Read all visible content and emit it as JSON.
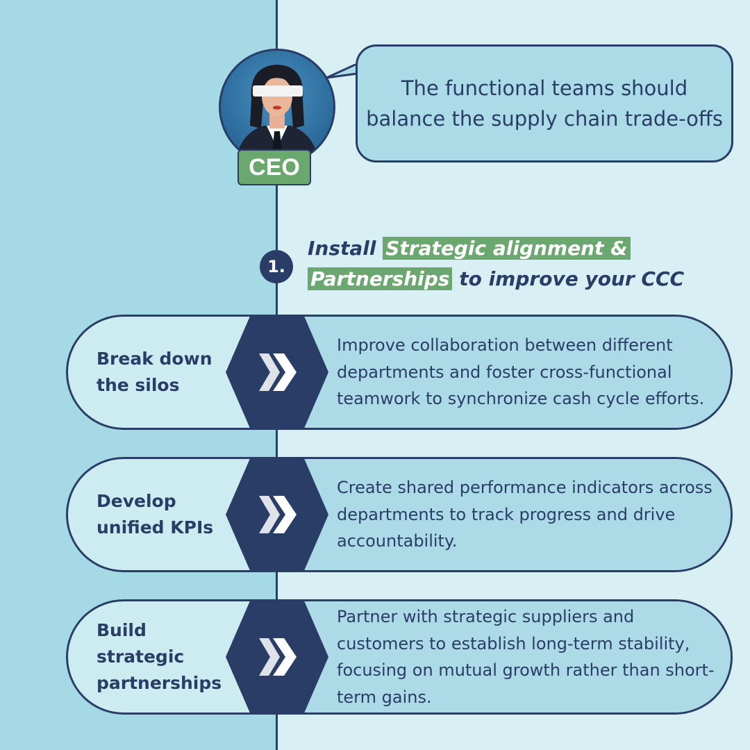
{
  "ceo": {
    "badge": "CEO",
    "avatar_icon": "blindfolded-ceo-icon"
  },
  "bubble": {
    "text": "The functional teams should balance the supply chain trade-offs"
  },
  "step": {
    "number": "1.",
    "heading_pre": "Install ",
    "heading_highlight_1": "Strategic alignment &",
    "heading_highlight_2": "Partnerships",
    "heading_post": " to improve your CCC"
  },
  "items": [
    {
      "title": "Break down the silos",
      "icon": "double-chevron-right-icon",
      "description": "Improve collaboration between different departments and foster cross-functional teamwork to synchronize cash cycle efforts."
    },
    {
      "title": "Develop unified KPIs",
      "icon": "double-chevron-right-icon",
      "description": "Create shared performance indicators across departments to track progress and drive accountability."
    },
    {
      "title": "Build strategic partnerships",
      "icon": "double-chevron-right-icon",
      "description": "Partner with strategic suppliers and customers to establish long-term stability, focusing on mutual growth rather than short-term gains."
    }
  ],
  "colors": {
    "navy": "#293d66",
    "green": "#6ba870",
    "left_bg": "#a6d9e6",
    "right_bg": "#d8eff3"
  }
}
